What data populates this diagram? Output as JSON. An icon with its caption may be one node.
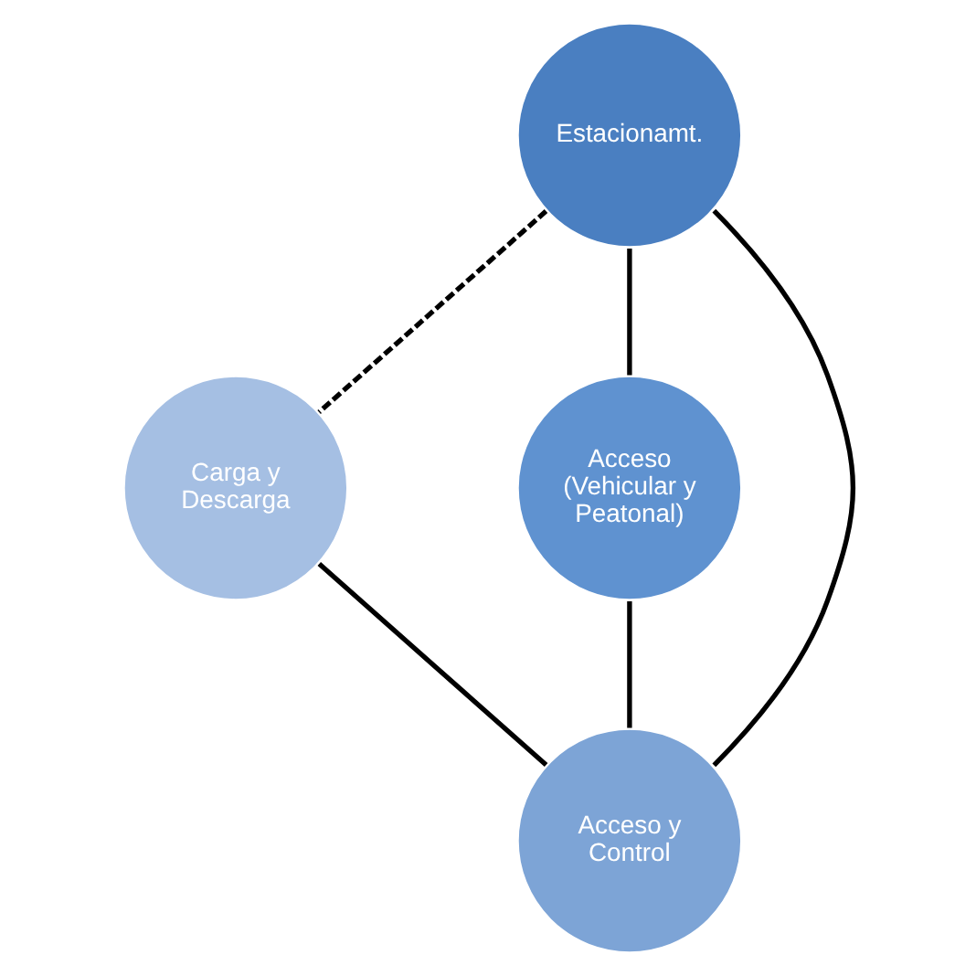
{
  "diagram": {
    "nodes": [
      {
        "text": [
          "Estacionamt."
        ]
      },
      {
        "text": [
          "Carga y Descarga"
        ]
      },
      {
        "text": [
          "Acceso (Vehicular y Peatonal)"
        ]
      },
      {
        "text": [
          "Acceso y Control"
        ]
      }
    ],
    "edges": [
      {
        "from": 0,
        "to": 1,
        "arrow": "none",
        "style": "dashed"
      },
      {
        "from": 0,
        "to": 2,
        "arrow": "none"
      },
      {
        "from": 0,
        "to": 3,
        "arrow": "none"
      },
      {
        "from": 1,
        "to": 3,
        "arrow": "none"
      },
      {
        "from": 2,
        "to": 3,
        "arrow": "none"
      }
    ]
  }
}
